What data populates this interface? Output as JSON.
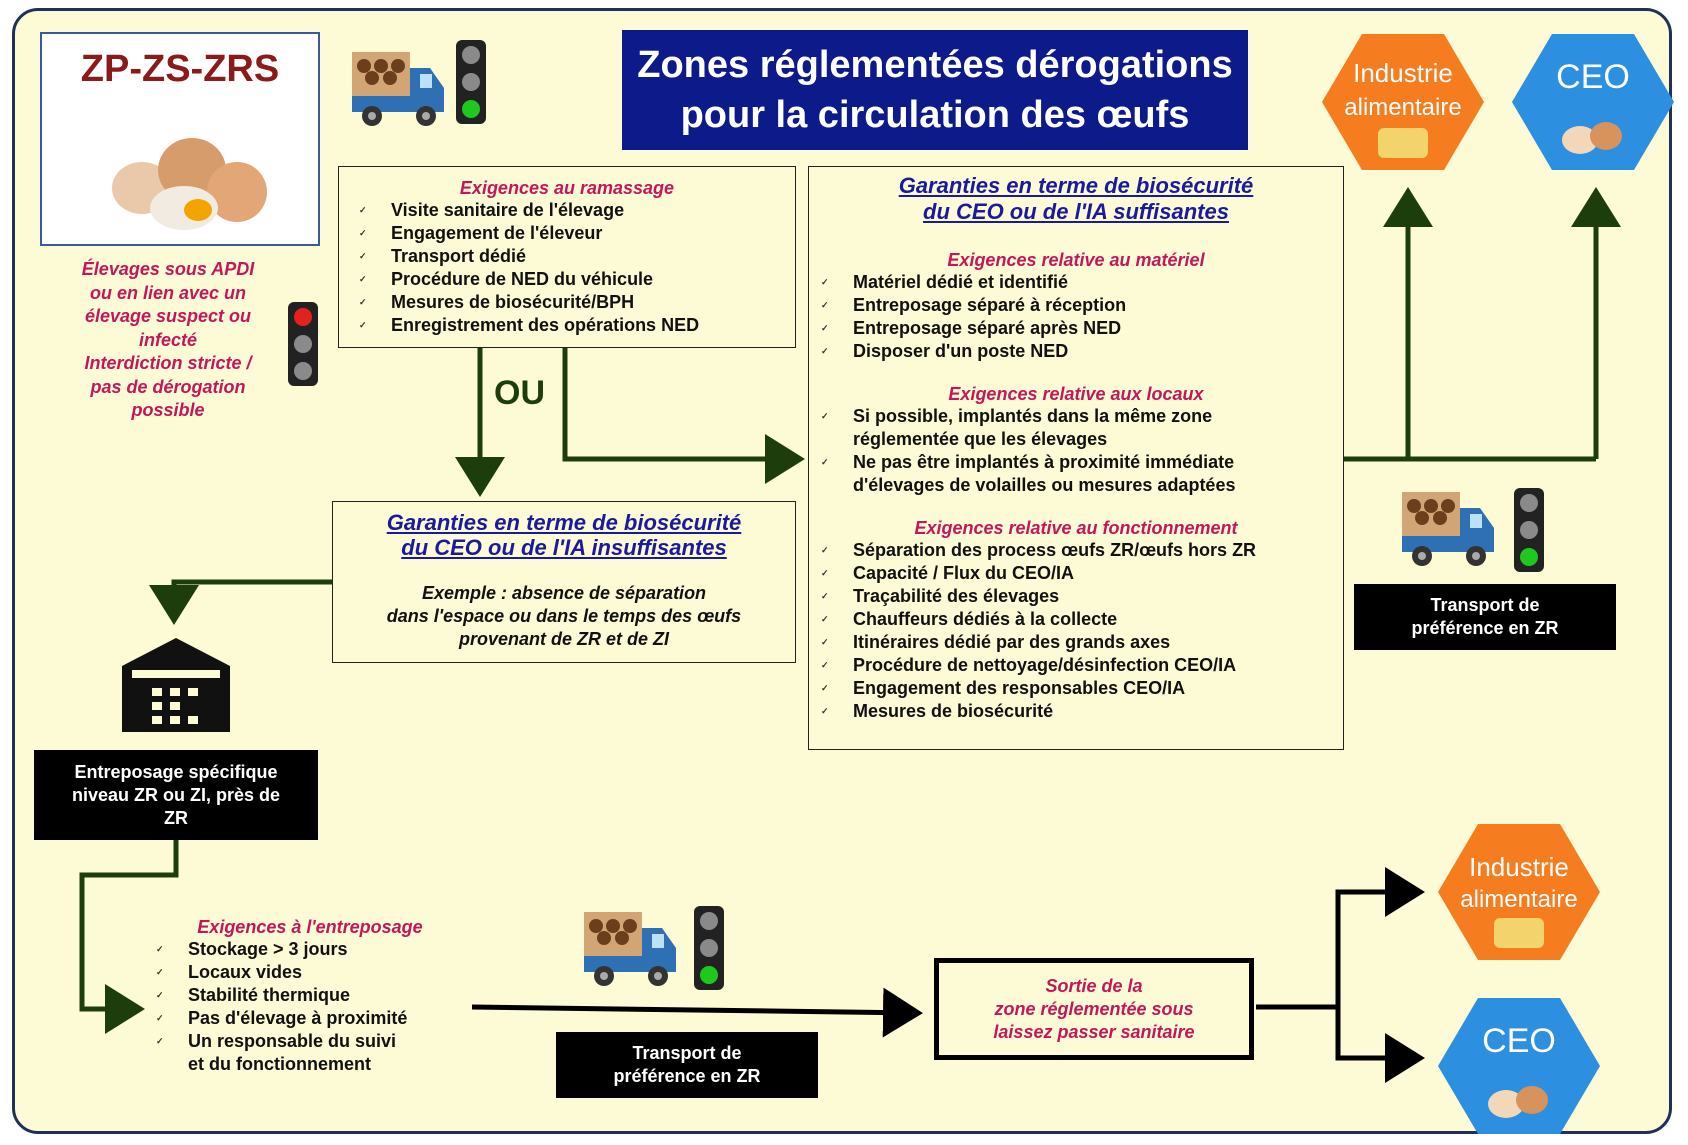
{
  "title": {
    "line1": "Zones réglementées dérogations",
    "line2": "pour la circulation  des œufs"
  },
  "zp_box": {
    "label": "ZP-ZS-ZRS"
  },
  "left_warning": {
    "lines": [
      "Élevages sous APDI",
      "ou en lien avec un",
      "élevage suspect ou",
      "infecté",
      "Interdiction stricte /",
      "pas de dérogation",
      "possible"
    ]
  },
  "ou_label": "OU",
  "ramassage": {
    "title": "Exigences au ramassage",
    "items": [
      "Visite sanitaire de l'élevage",
      "Engagement de l'éleveur",
      "Transport dédié",
      "Procédure de NED du véhicule",
      "Mesures de biosécurité/BPH",
      "Enregistrement des opérations NED"
    ]
  },
  "garanties_ok": {
    "title_line1": "Garanties en terme de biosécurité",
    "title_line2": "du CEO ou de l'IA suffisantes",
    "materiel": {
      "title": "Exigences relative au matériel",
      "items": [
        "Matériel dédié et identifié",
        "Entreposage séparé à réception",
        "Entreposage séparé après NED",
        "Disposer d'un poste NED"
      ]
    },
    "locaux": {
      "title": "Exigences relative aux locaux",
      "items": [
        "Si possible, implantés dans la même zone réglementée que les élevages",
        "Ne pas être implantés à proximité immédiate d'élevages de volailles ou mesures adaptées"
      ]
    },
    "fonctionnement": {
      "title": "Exigences relative au fonctionnement",
      "items": [
        "Séparation des process œufs ZR/œufs hors ZR",
        "Capacité / Flux du CEO/IA",
        "Traçabilité des élevages",
        "Chauffeurs dédiés à la collecte",
        "Itinéraires dédié par des grands axes",
        "Procédure de nettoyage/désinfection CEO/IA",
        "Engagement des responsables CEO/IA",
        "Mesures de biosécurité"
      ]
    }
  },
  "garanties_ko": {
    "title_line1": "Garanties en terme de biosécurité",
    "title_line2": "du CEO ou de l'IA insuffisantes",
    "example_lines": [
      "Exemple : absence de séparation",
      "dans l'espace ou dans le temps des œufs",
      "provenant de ZR et de ZI"
    ]
  },
  "entreposage_box": {
    "lines": [
      "Entreposage spécifique",
      "niveau ZR ou ZI, près de",
      "ZR"
    ]
  },
  "entreposage_req": {
    "title": "Exigences à l'entreposage",
    "items": [
      "Stockage > 3 jours",
      "Locaux vides",
      "Stabilité thermique",
      "Pas d'élevage à proximité",
      "Un responsable du suivi et du fonctionnement"
    ]
  },
  "transport_right": {
    "lines": [
      "Transport de",
      "préférence en ZR"
    ]
  },
  "transport_bottom": {
    "lines": [
      "Transport de",
      "préférence en ZR"
    ]
  },
  "sortie": {
    "lines": [
      "Sortie de la",
      "zone réglementée sous",
      "laissez passer sanitaire"
    ]
  },
  "hex_industrie": {
    "line1": "Industrie",
    "line2": "alimentaire"
  },
  "hex_ceo": {
    "label": "CEO"
  },
  "colors": {
    "arrow_green": "#1e3d0c",
    "title_bg": "#0d1a8a",
    "red_text": "#c2185b",
    "blue_text": "#1a1a9e",
    "orange": "#f57c1f",
    "blue_hex": "#2c8fe0"
  },
  "icons": [
    "truck-icon",
    "traffic-light-green-icon",
    "traffic-light-red-icon",
    "egg-basket-icon",
    "warehouse-icon",
    "hexagon-icon"
  ]
}
